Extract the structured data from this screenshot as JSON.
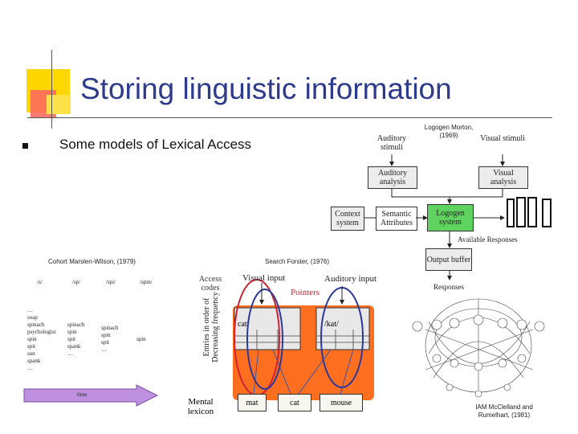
{
  "slide": {
    "title": "Storing linguistic information",
    "bullet": "Some models of Lexical Access",
    "colors": {
      "title": "#2e3a8c",
      "accent_yellow": "#ffd700",
      "accent_red": "#ff3b30",
      "lexicon_orange": "#ff6f1f",
      "logogen_green": "#5fd35f",
      "time_arrow": "#c090e0"
    }
  },
  "logogen": {
    "citation": "Logogen Morton, (1969)",
    "auditory_stimuli": "Auditory stimuli",
    "visual_stimuli": "Visual stimuli",
    "auditory_analysis": "Auditory analysis",
    "visual_analysis": "Visual analysis",
    "context_system": "Context system",
    "semantic_attributes": "Semantic Attributes",
    "logogen_system": "Logogen system",
    "available_responses": "Available Responses",
    "output_buffer": "Output buffer",
    "responses": "Responses"
  },
  "cohort": {
    "citation": "Cohort Marslen-Wilson, (1979)",
    "headers": [
      "/s/",
      "/sp/",
      "/spi/",
      "/spin/"
    ],
    "columns": [
      [
        "…",
        "soap",
        "spinach",
        "psychologist",
        "spin",
        "spit",
        "sun",
        "spank",
        "…"
      ],
      [
        "spinach",
        "spin",
        "spit",
        "spank",
        "…"
      ],
      [
        "spinach",
        "spin",
        "spit",
        "…"
      ],
      [
        "spin"
      ]
    ],
    "time_label": "time"
  },
  "search": {
    "citation": "Search Forster, (1976)",
    "access_codes": "Access codes",
    "vertical_label": "Entries in order of Decreasing frequency",
    "visual_input": "Visual input",
    "auditory_input": "Auditory input",
    "pointers": "Pointers",
    "visual_code": "cat",
    "auditory_code": "/kat/",
    "mental_lexicon": "Mental lexicon",
    "lexicon_entries": [
      "mat",
      "cat",
      "mouse"
    ]
  },
  "iam": {
    "citation": "IAM McClelland and Rumelhart, (1981)"
  }
}
